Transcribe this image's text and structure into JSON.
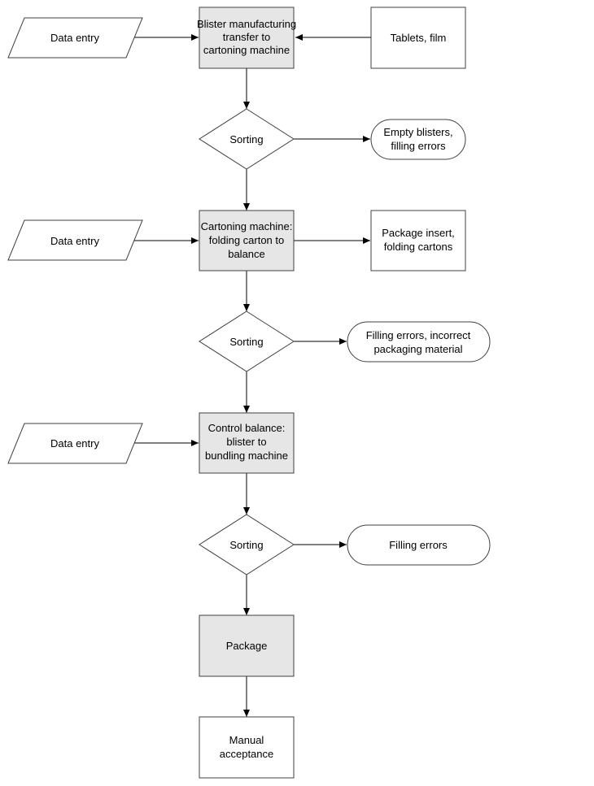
{
  "diagram": {
    "nodes": {
      "data_entry_1": "Data entry",
      "blister_manufacturing": [
        "Blister manufacturing",
        "transfer to",
        "cartoning machine"
      ],
      "tablets_film": "Tablets, film",
      "sorting_1": "Sorting",
      "reject_1": [
        "Empty blisters,",
        "filling errors"
      ],
      "data_entry_2": "Data entry",
      "cartoning_machine": [
        "Cartoning machine:",
        "folding carton to",
        "balance"
      ],
      "package_insert": [
        "Package insert,",
        "folding cartons"
      ],
      "sorting_2": "Sorting",
      "reject_2": [
        "Filling errors, incorrect",
        "packaging material"
      ],
      "data_entry_3": "Data entry",
      "control_balance": [
        "Control balance:",
        "blister to",
        "bundling machine"
      ],
      "sorting_3": "Sorting",
      "reject_3": "Filling errors",
      "package": "Package",
      "manual_acceptance": [
        "Manual",
        "acceptance"
      ]
    }
  }
}
